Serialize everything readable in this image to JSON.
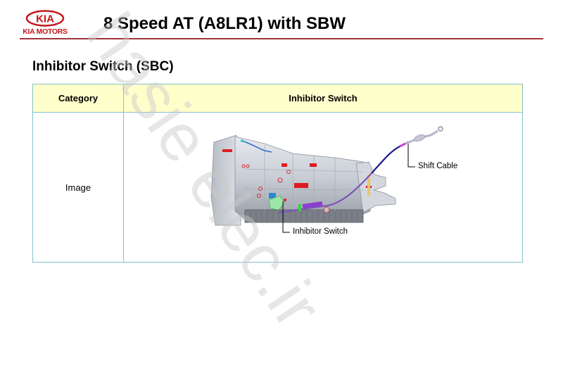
{
  "header": {
    "logo_brand": "KIA",
    "logo_text": "KIA MOTORS",
    "title": "8 Speed AT (A8LR1) with SBW",
    "brand_color": "#c4161c",
    "rule_color": "#a0333a"
  },
  "section": {
    "title": "Inhibitor Switch (SBC)"
  },
  "table": {
    "headers": [
      "Category",
      "Inhibitor Switch"
    ],
    "rows": [
      {
        "category": "Image",
        "figure": {
          "description": "8-speed automatic transmission illustration with shift cable routed to inhibitor switch",
          "callouts": [
            "Shift Cable",
            "Inhibitor Switch"
          ]
        }
      }
    ],
    "header_bg": "#ffffcc",
    "border_color": "#86c1c9"
  },
  "watermark": {
    "text": "hasie elec.ir"
  }
}
